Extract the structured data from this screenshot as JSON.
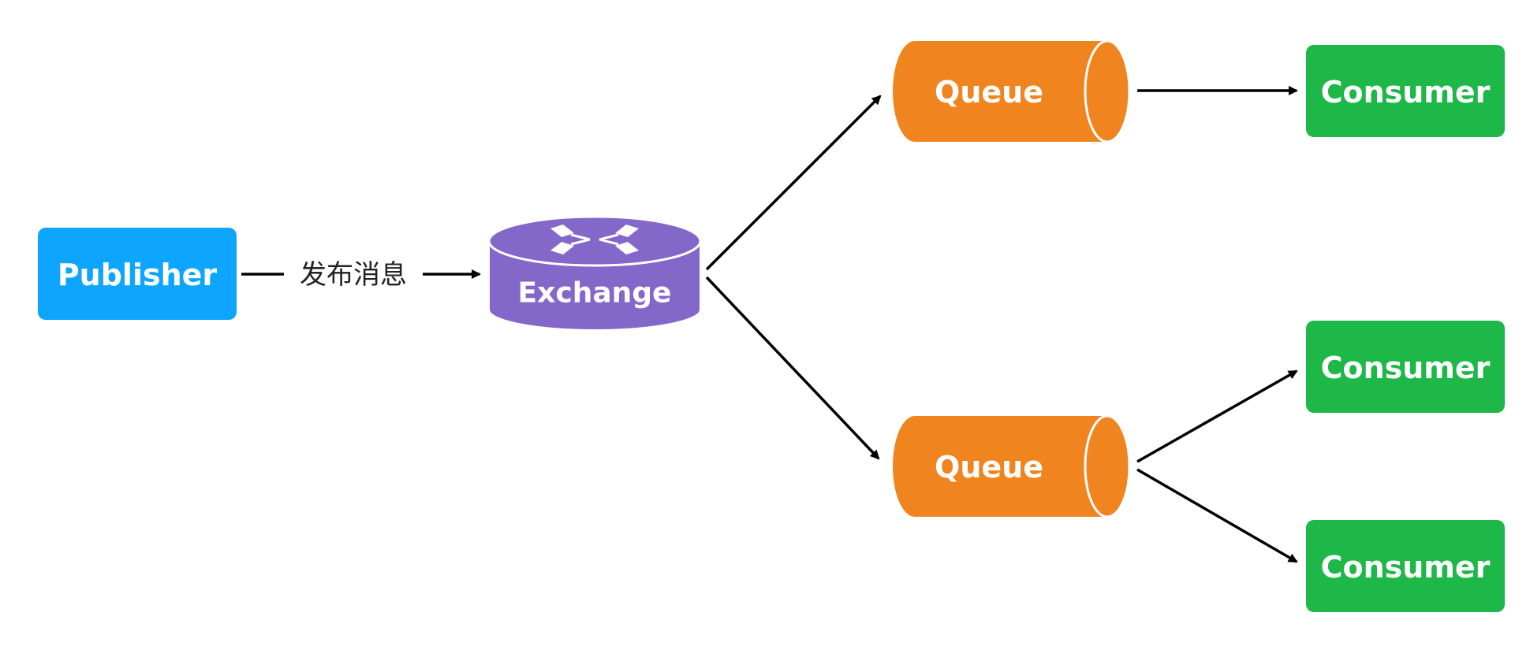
{
  "colors": {
    "publisher": "#0ea5ff",
    "exchange": "#8368c9",
    "queue": "#f0851f",
    "consumer": "#1db847",
    "arrow": "#000000",
    "label_text": "#222222"
  },
  "nodes": {
    "publisher": {
      "label": "Publisher"
    },
    "exchange": {
      "label": "Exchange",
      "icon": "exchange-router-icon"
    },
    "queue_top": {
      "label": "Queue"
    },
    "queue_bottom": {
      "label": "Queue"
    },
    "consumer_1": {
      "label": "Consumer"
    },
    "consumer_2": {
      "label": "Consumer"
    },
    "consumer_3": {
      "label": "Consumer"
    }
  },
  "edges": {
    "publish_label": "发布消息"
  }
}
